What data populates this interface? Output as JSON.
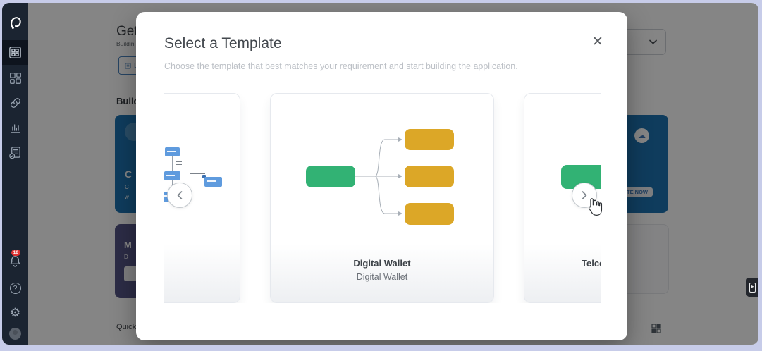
{
  "modal": {
    "title": "Select a Template",
    "subtitle": "Choose the template that best matches your requirement and start building the application.",
    "close_glyph": "✕",
    "templates": {
      "center": {
        "name": "Digital Wallet",
        "description": "Digital Wallet"
      },
      "right": {
        "name": "Telco"
      }
    },
    "colors": {
      "green": "#32b274",
      "gold": "#dca727",
      "mini_blue": "#5f9bde"
    }
  },
  "sidebar": {
    "notification_badge": "10",
    "help_glyph": "?",
    "gear_glyph": "⚙"
  },
  "background": {
    "heading": "Get",
    "heading_sub": "Buildin",
    "docs_button_label": "D",
    "section_label": "Build",
    "quick_label": "Quick",
    "blue_card": {
      "title": "C",
      "line1": "C",
      "line2": "w"
    },
    "purple_card": {
      "title": "M",
      "line1": "D"
    },
    "right_blue_card": {
      "button_label": "TE NOW",
      "logo_glyph": "☁"
    },
    "widget_glyph": "▶"
  }
}
